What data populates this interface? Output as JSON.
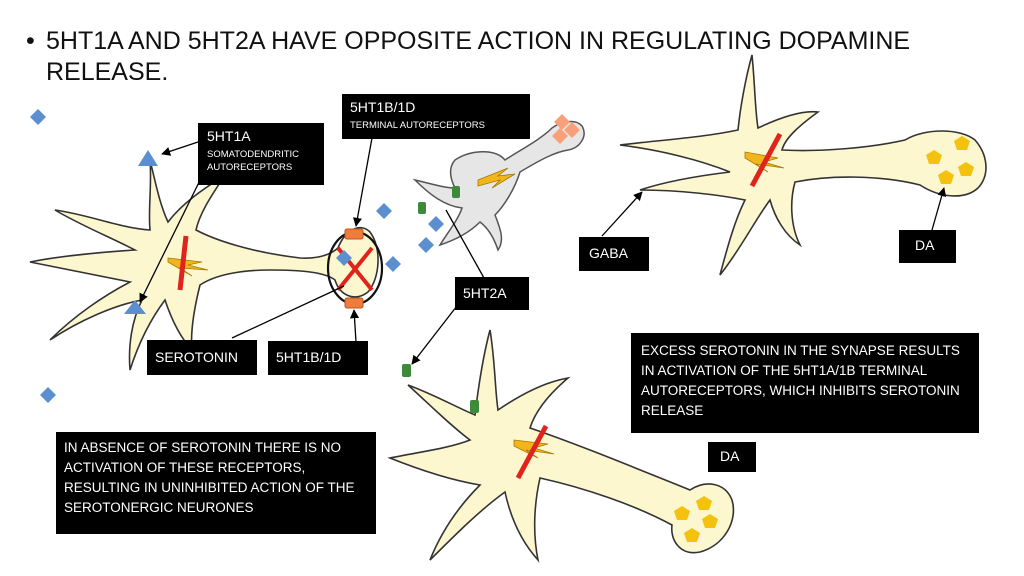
{
  "title": "5HT1A AND 5HT2A HAVE OPPOSITE ACTION IN REGULATING DOPAMINE RELEASE.",
  "bullet": "•",
  "labels": {
    "ht1a": {
      "heading": "5HT1A",
      "sub1": "SOMATODENDRITIC",
      "sub2": "AUTORECEPTORS"
    },
    "ht1b_terminal": {
      "heading": "5HT1B/1D",
      "sub": "TERMINAL AUTORECEPTORS"
    },
    "serotonin": "SEROTONIN",
    "ht1b_bottom": "5HT1B/1D",
    "ht2a": "5HT2A",
    "gaba": "GABA",
    "da_top": "DA",
    "da_bottom": "DA"
  },
  "notes": {
    "absence": "IN ABSENCE OF SEROTONIN THERE IS NO ACTIVATION OF THESE RECEPTORS, RESULTING IN UNINHIBITED ACTION OF THE SEROTONERGIC NEURONES",
    "excess": "EXCESS SEROTONIN IN THE SYNAPSE RESULTS IN ACTIVATION OF THE 5HT1A/1B TERMINAL AUTORECEPTORS, WHICH INHIBITS SEROTONIN RELEASE"
  },
  "colors": {
    "neuron_fill": "#fdf7d0",
    "neuron_stroke": "#333333",
    "inhibit_red": "#e0241b",
    "lightning": "#f2b51c",
    "serotonin_blue": "#5b8fcf",
    "receptor_orange": "#ef7c3a",
    "receptor_green": "#3c8a3a",
    "dopamine_gold": "#f4c10f",
    "gray_neuron": "#e6e6e6",
    "pink_vesicle": "#f7a07a"
  }
}
